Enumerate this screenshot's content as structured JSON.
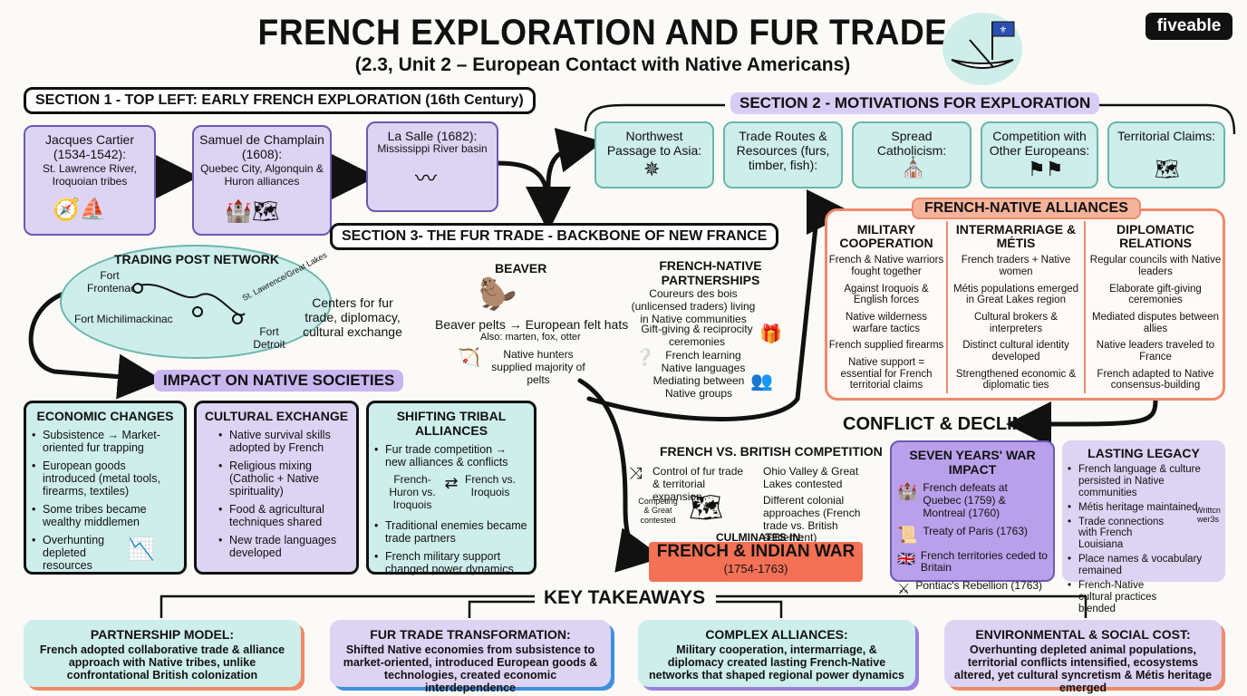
{
  "header": {
    "title": "FRENCH EXPLORATION AND FUR TRADE",
    "subtitle": "(2.3, Unit 2 – European Contact with Native Americans)",
    "logo": "fiveable",
    "icon": "canoe-with-quebec-flag-icon"
  },
  "section1": {
    "heading": "SECTION 1 - TOP LEFT: EARLY FRENCH EXPLORATION (16th Century)",
    "explorers": [
      {
        "name": "Jacques Cartier",
        "dates": "(1534-1542):",
        "desc": "St. Lawrence River, Iroquoian tribes",
        "icon": "explorer-ship-icon"
      },
      {
        "name": "Samuel de Champlain",
        "dates": "(1608):",
        "desc": "Quebec City, Algonquin & Huron alliances",
        "icon": "castle-map-icon"
      },
      {
        "name": "La Salle (1682):",
        "dates": "",
        "desc": "Mississippi River basin",
        "icon": "river-icon"
      }
    ]
  },
  "section2": {
    "heading": "SECTION 2 - MOTIVATIONS FOR EXPLORATION",
    "items": [
      {
        "label": "Northwest Passage to Asia:",
        "icon": "compass-icon"
      },
      {
        "label": "Trade Routes & Resources (furs, timber, fish):",
        "icon": "logs-icon"
      },
      {
        "label": "Spread Catholicism:",
        "icon": "church-icon"
      },
      {
        "label": "Competition with Other Europeans:",
        "icon": "flags-icon"
      },
      {
        "label": "Territorial Claims:",
        "icon": "map-icon"
      }
    ]
  },
  "section3": {
    "heading": "SECTION 3- THE FUR TRADE - BACKBONE OF NEW FRANCE",
    "trading_posts": {
      "title": "TRADING POST NETWORK",
      "posts": [
        "Fort Frontenac",
        "Fort Michilimackinac",
        "Fort Detroit"
      ],
      "lakes": "St. Lawrence/Great Lakes",
      "centers": "Centers for fur trade, diplomacy, cultural exchange"
    },
    "beaver": {
      "title": "BEAVER",
      "line1": "Beaver pelts → European felt hats",
      "line2": "Also: marten, fox, otter",
      "line3": "Native hunters supplied majority of pelts"
    },
    "partnerships": {
      "title": "FRENCH-NATIVE PARTNERSHIPS",
      "items": [
        "Coureurs des bois (unlicensed traders) living in Native communities",
        "Gift-giving & reciprocity ceremonies",
        "French learning Native languages",
        "Mediating between Native groups"
      ]
    }
  },
  "alliances": {
    "heading": "FRENCH-NATIVE ALLIANCES",
    "columns": [
      {
        "title": "MILITARY COOPERATION",
        "items": [
          "French & Native warriors fought together",
          "Against Iroquois & English forces",
          "Native wilderness warfare tactics",
          "French supplied firearms",
          "Native support = essential for French territorial claims"
        ]
      },
      {
        "title": "INTERMARRIAGE & MÉTIS",
        "items": [
          "French traders + Native women",
          "Métis populations emerged in Great Lakes region",
          "Cultural brokers & interpreters",
          "Distinct cultural identity developed",
          "Strengthened economic & diplomatic ties"
        ]
      },
      {
        "title": "DIPLOMATIC RELATIONS",
        "items": [
          "Regular councils with Native leaders",
          "Elaborate gift-giving ceremonies",
          "Mediated disputes between allies",
          "Native leaders traveled to France",
          "French adapted to Native consensus-building"
        ]
      }
    ]
  },
  "impact": {
    "heading": "IMPACT ON NATIVE SOCIETIES",
    "economic": {
      "title": "ECONOMIC CHANGES",
      "items": [
        "Subsistence → Market-oriented fur trapping",
        "European goods introduced (metal tools, firearms, textiles)",
        "Some tribes became wealthy middlemen",
        "Overhunting depleted resources"
      ]
    },
    "cultural": {
      "title": "CULTURAL EXCHANGE",
      "items": [
        "Native survival skills adopted by French",
        "Religious mixing (Catholic + Native spirituality)",
        "Food & agricultural techniques shared",
        "New trade languages developed"
      ]
    },
    "tribal": {
      "title": "SHIFTING TRIBAL ALLIANCES",
      "items": [
        "Fur trade competition → new alliances & conflicts",
        "Traditional enemies became trade partners",
        "French military support changed power dynamics"
      ],
      "diagram": {
        "left": "French-Huron vs. Iroquois",
        "right": "French vs. Iroquois"
      }
    }
  },
  "conflict": {
    "heading": "CONFLICT & DECLINE",
    "competition": {
      "title": "FRENCH VS. BRITISH COMPETITION",
      "items": [
        "Control of fur trade & territorial expansion",
        "Ohio Valley & Great Lakes contested",
        "Different colonial approaches (French trade vs. British settlement)"
      ],
      "map_label": "Competing & Great contested"
    },
    "culminates": "CULMINATES IN:",
    "war": "FRENCH & INDIAN WAR",
    "war_dates": "(1754-1763)",
    "seven_years": {
      "title": "SEVEN YEARS' WAR IMPACT",
      "items": [
        "French defeats at Quebec (1759) & Montreal (1760)",
        "Treaty of Paris (1763)",
        "French territories ceded to Britain",
        "Pontiac's Rebellion (1763)"
      ]
    },
    "legacy": {
      "title": "LASTING LEGACY",
      "items": [
        "French language & culture persisted in Native communities",
        "Métis heritage maintained",
        "Trade connections with French Louisiana",
        "Place names & vocabulary remained",
        "French-Native cultural practices blended"
      ],
      "written": "Writtcn wer3s"
    }
  },
  "takeaways": {
    "heading": "KEY TAKEAWAYS",
    "items": [
      {
        "title": "PARTNERSHIP MODEL:",
        "body": "French adopted collaborative trade & alliance approach with Native tribes, unlike confrontational British colonization"
      },
      {
        "title": "FUR TRADE TRANSFORMATION:",
        "body": "Shifted Native economies from subsistence to market-oriented, introduced European goods & technologies, created economic interdependence"
      },
      {
        "title": "COMPLEX ALLIANCES:",
        "body": "Military cooperation, intermarriage, & diplomacy created lasting French-Native networks that shaped regional power dynamics"
      },
      {
        "title": "ENVIRONMENTAL & SOCIAL COST:",
        "body": "Overhunting depleted animal populations, territorial conflicts intensified, ecosystems altered, yet cultural syncretism & Métis heritage emerged"
      }
    ]
  },
  "colors": {
    "lavender": "#ddd3f3",
    "teal": "#cdeeea",
    "coral": "#ef8a6b",
    "war_red": "#f57155",
    "pill_purple": "#c9b6f0"
  }
}
